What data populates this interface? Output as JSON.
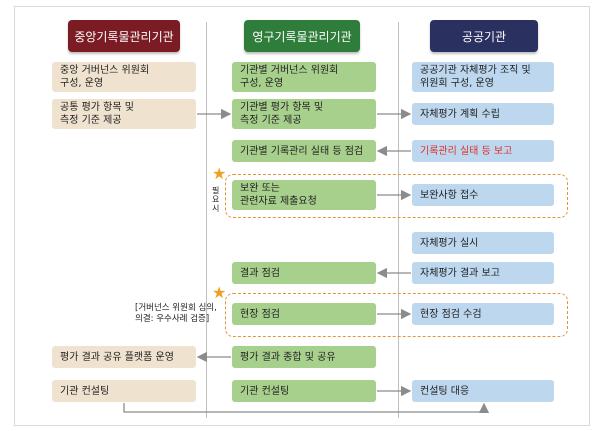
{
  "colors": {
    "header_central": "#7b1c24",
    "header_permanent": "#2e7d3a",
    "header_public": "#2a3160",
    "box_central": "#efe3d0",
    "box_permanent": "#a8d08d",
    "box_public": "#bdd7ee",
    "dashed_border": "#e2963a",
    "highlight_text": "#e0302b"
  },
  "headers": {
    "central": "중앙기록물관리기관",
    "permanent": "영구기록물관리기관",
    "public": "공공기관"
  },
  "central": {
    "b1": "중앙 거버넌스 위원회\n구성, 운영",
    "b2": "공통 평가 항목 및\n측정 기준 제공",
    "b3": "평가 결과 공유 플랫폼 운영",
    "b4": "기관 컨설팅"
  },
  "permanent": {
    "b1": "기관별 거버넌스 위원회\n구성, 운영",
    "b2": "기관별 평가 항목 및\n측정 기준 제공",
    "b3": "기관별 기록관리 실태 등 점검",
    "b4": "보완 또는\n관련자료 제출요청",
    "b5": "결과 점검",
    "b6": "현장 점검",
    "b7": "평가 결과 종합 및 공유",
    "b8": "기관 컨설팅"
  },
  "public": {
    "b1": "공공기관 자체평가 조직 및\n위원회 구성, 운영",
    "b2": "자체평가 계획 수립",
    "b3": "기록관리 실태 등 보고",
    "b4": "보완사항 접수",
    "b5": "자체평가 실시",
    "b6": "자체평가 결과 보고",
    "b7": "현장 점검 수검",
    "b8": "컨설팅 대응"
  },
  "notes": {
    "as_needed": "필요시",
    "governance_note": "[거버넌스 위원회 심의,\n의결: 우수사례 검증]"
  },
  "icons": {
    "star": "star-icon",
    "arrow": "arrow-right-icon"
  }
}
